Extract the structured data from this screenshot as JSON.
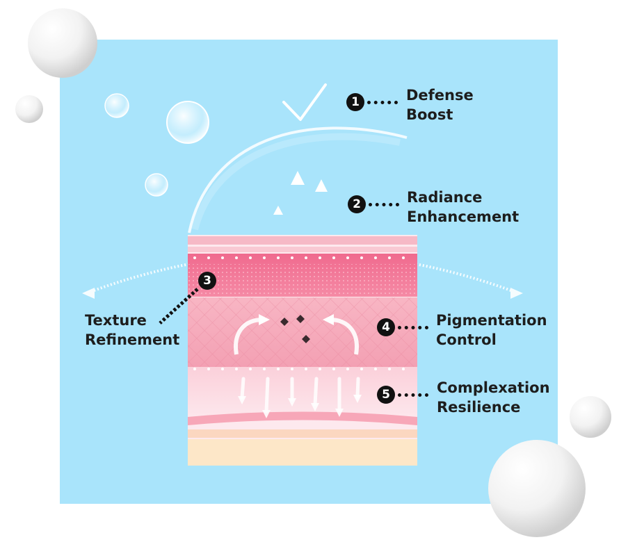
{
  "callouts": [
    {
      "number": "1",
      "line1": "Defense",
      "line2": "Boost"
    },
    {
      "number": "2",
      "line1": "Radiance",
      "line2": "Enhancement"
    },
    {
      "number": "3",
      "line1": "Texture",
      "line2": "Refinement"
    },
    {
      "number": "4",
      "line1": "Pigmentation",
      "line2": "Control"
    },
    {
      "number": "5",
      "line1": "Complexation",
      "line2": "Resilience"
    }
  ],
  "colors": {
    "background": "#a9e4fb",
    "skin_top": "#f07a9a",
    "skin_mid": "#f6aebd",
    "skin_bottom": "#fde3c8",
    "badge": "#111111"
  },
  "icons": [
    "check-icon",
    "bubble-icon",
    "pearl-icon",
    "arrow-icon"
  ]
}
